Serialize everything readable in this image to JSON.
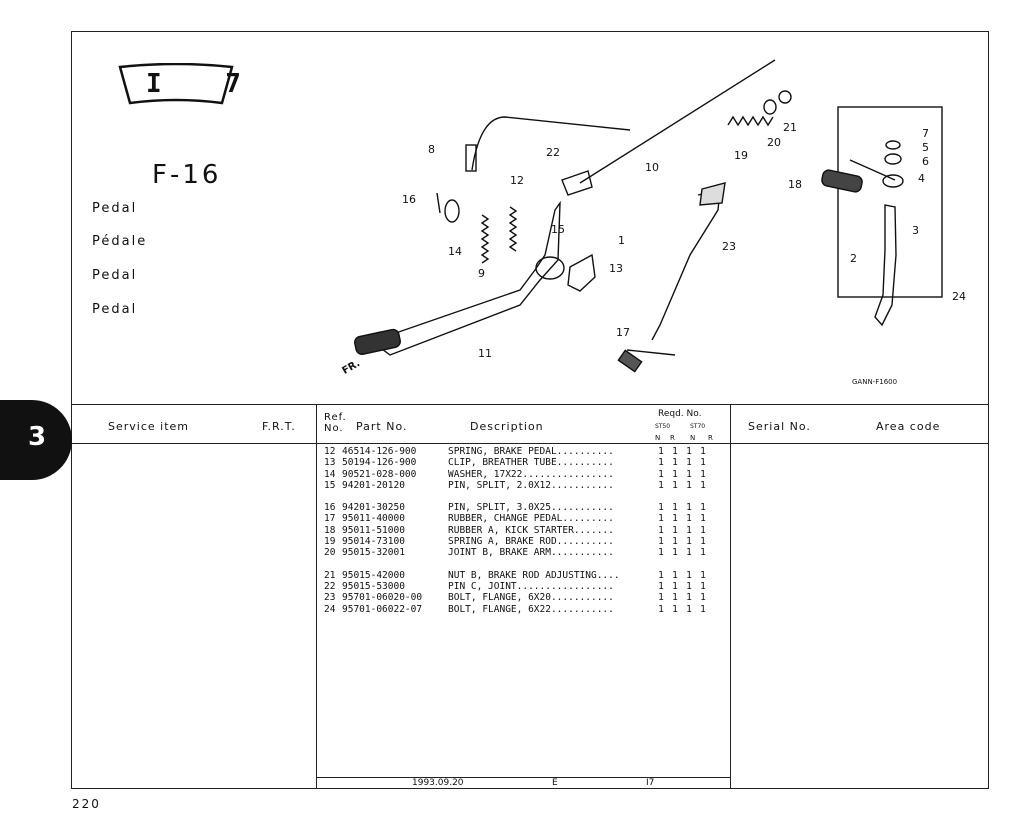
{
  "header": {
    "section_no": "I 7",
    "figure_code": "F-16",
    "labels": [
      "Pedal",
      "Pédale",
      "Pedal",
      "Pedal"
    ]
  },
  "diagram": {
    "callouts": [
      "1",
      "2",
      "3",
      "4",
      "5",
      "6",
      "7",
      "8",
      "9",
      "10",
      "11",
      "12",
      "13",
      "14",
      "15",
      "16",
      "17",
      "18",
      "19",
      "20",
      "21",
      "22",
      "23",
      "24"
    ],
    "front_label": "FR.",
    "drawing_code": "GANN-F1600"
  },
  "tab": {
    "chapter": "3"
  },
  "table": {
    "headers": {
      "service_item": "Service   item",
      "frt": "F.R.T.",
      "ref_no": "Ref.\nNo.",
      "part_no": "Part No.",
      "description": "Description",
      "reqd_no": "Reqd. No.",
      "serial_no": "Serial No.",
      "area_code": "Area code"
    },
    "model_columns": [
      "ST50",
      "ST70"
    ],
    "nr_columns": [
      "N",
      "R",
      "N",
      "R"
    ],
    "rows": [
      {
        "ref": "12",
        "part": "46514-126-900",
        "desc": "SPRING, BRAKE PEDAL..........",
        "qty": [
          "1",
          "1",
          "1",
          "1"
        ]
      },
      {
        "ref": "13",
        "part": "50194-126-900",
        "desc": "CLIP, BREATHER TUBE..........",
        "qty": [
          "1",
          "1",
          "1",
          "1"
        ]
      },
      {
        "ref": "14",
        "part": "90521-028-000",
        "desc": "WASHER, 17X22................",
        "qty": [
          "1",
          "1",
          "1",
          "1"
        ]
      },
      {
        "ref": "15",
        "part": "94201-20120",
        "desc": "PIN, SPLIT, 2.0X12...........",
        "qty": [
          "1",
          "1",
          "1",
          "1"
        ]
      },
      {
        "ref": "16",
        "part": "94201-30250",
        "desc": "PIN, SPLIT, 3.0X25...........",
        "qty": [
          "1",
          "1",
          "1",
          "1"
        ]
      },
      {
        "ref": "17",
        "part": "95011-40000",
        "desc": "RUBBER, CHANGE PEDAL.........",
        "qty": [
          "1",
          "1",
          "1",
          "1"
        ]
      },
      {
        "ref": "18",
        "part": "95011-51000",
        "desc": "RUBBER A, KICK STARTER.......",
        "qty": [
          "1",
          "1",
          "1",
          "1"
        ]
      },
      {
        "ref": "19",
        "part": "95014-73100",
        "desc": "SPRING A, BRAKE ROD..........",
        "qty": [
          "1",
          "1",
          "1",
          "1"
        ]
      },
      {
        "ref": "20",
        "part": "95015-32001",
        "desc": "JOINT B, BRAKE ARM...........",
        "qty": [
          "1",
          "1",
          "1",
          "1"
        ]
      },
      {
        "ref": "21",
        "part": "95015-42000",
        "desc": "NUT B, BRAKE ROD ADJUSTING....",
        "qty": [
          "1",
          "1",
          "1",
          "1"
        ]
      },
      {
        "ref": "22",
        "part": "95015-53000",
        "desc": "PIN C, JOINT.................",
        "qty": [
          "1",
          "1",
          "1",
          "1"
        ]
      },
      {
        "ref": "23",
        "part": "95701-06020-00",
        "desc": "BOLT, FLANGE, 6X20...........",
        "qty": [
          "1",
          "1",
          "1",
          "1"
        ]
      },
      {
        "ref": "24",
        "part": "95701-06022-07",
        "desc": "BOLT, FLANGE, 6X22...........",
        "qty": [
          "1",
          "1",
          "1",
          "1"
        ]
      }
    ]
  },
  "footer": {
    "date": "1993.09.20",
    "edition": "E",
    "code": "I7",
    "page_number": "220"
  }
}
